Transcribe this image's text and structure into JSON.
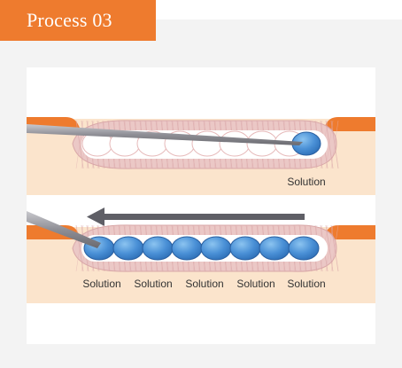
{
  "header": {
    "title": "Process 03"
  },
  "diagram": {
    "step1_labels": [
      "Solution"
    ],
    "step2_labels": [
      "Solution",
      "Solution",
      "Solution",
      "Solution",
      "Solution"
    ]
  },
  "colors": {
    "accent": "#ee7b2e",
    "skin": "#fbe4cc",
    "tissue": "#e9c9c9",
    "solution": "#3e86cc",
    "arrow": "#5f5f66",
    "needle": "#8e8e95"
  }
}
